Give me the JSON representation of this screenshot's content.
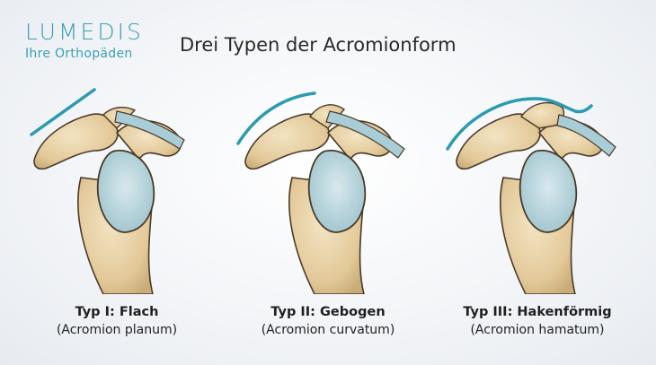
{
  "brand": {
    "logo_text": "LUMEDIS",
    "tagline": "Ihre Orthopäden",
    "accent_color": "#3a9fb6"
  },
  "title": "Drei Typen der Acromionform",
  "types": [
    {
      "label": "Typ I: Flach",
      "latin": "(Acromion planum)"
    },
    {
      "label": "Typ II: Gebogen",
      "latin": "(Acromion curvatum)"
    },
    {
      "label": "Typ III: Hakenförmig",
      "latin": "(Acromion hamatum)"
    }
  ],
  "colors": {
    "bone": "#e8d3a8",
    "bone_shadow": "#c9ad78",
    "outline": "#4a3a28",
    "cartilage": "#b9d6dd",
    "ligament": "#a9cdd6",
    "shape_line": "#2a9bb0"
  }
}
